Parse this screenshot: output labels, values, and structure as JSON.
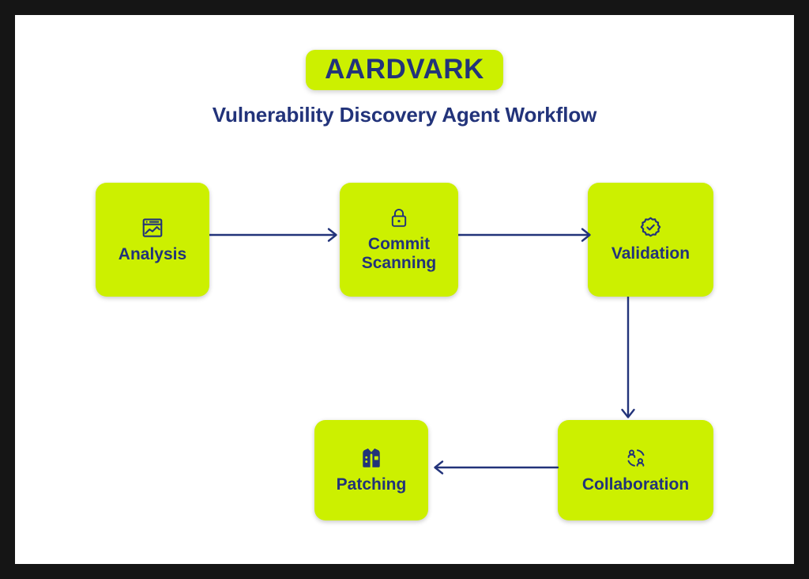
{
  "header": {
    "badge_title": "AARDVARK",
    "subtitle": "Vulnerability Discovery Agent Workflow"
  },
  "colors": {
    "accent_green": "#ccf000",
    "navy": "#22337a",
    "frame_black": "#151515",
    "page_white": "#ffffff"
  },
  "diagram": {
    "type": "flowchart",
    "nodes": [
      {
        "id": "analysis",
        "label": "Analysis",
        "icon": "chart-window-icon"
      },
      {
        "id": "commit",
        "label": "Commit\nScanning",
        "label_line1": "Commit",
        "label_line2": "Scanning",
        "icon": "lock-icon"
      },
      {
        "id": "validation",
        "label": "Validation",
        "icon": "verified-badge-icon"
      },
      {
        "id": "collaboration",
        "label": "Collaboration",
        "icon": "people-collaboration-icon"
      },
      {
        "id": "patching",
        "label": "Patching",
        "icon": "safety-vest-icon"
      }
    ],
    "edges": [
      {
        "from": "analysis",
        "to": "commit",
        "direction": "right"
      },
      {
        "from": "commit",
        "to": "validation",
        "direction": "right"
      },
      {
        "from": "validation",
        "to": "collaboration",
        "direction": "down"
      },
      {
        "from": "collaboration",
        "to": "patching",
        "direction": "left"
      }
    ]
  }
}
